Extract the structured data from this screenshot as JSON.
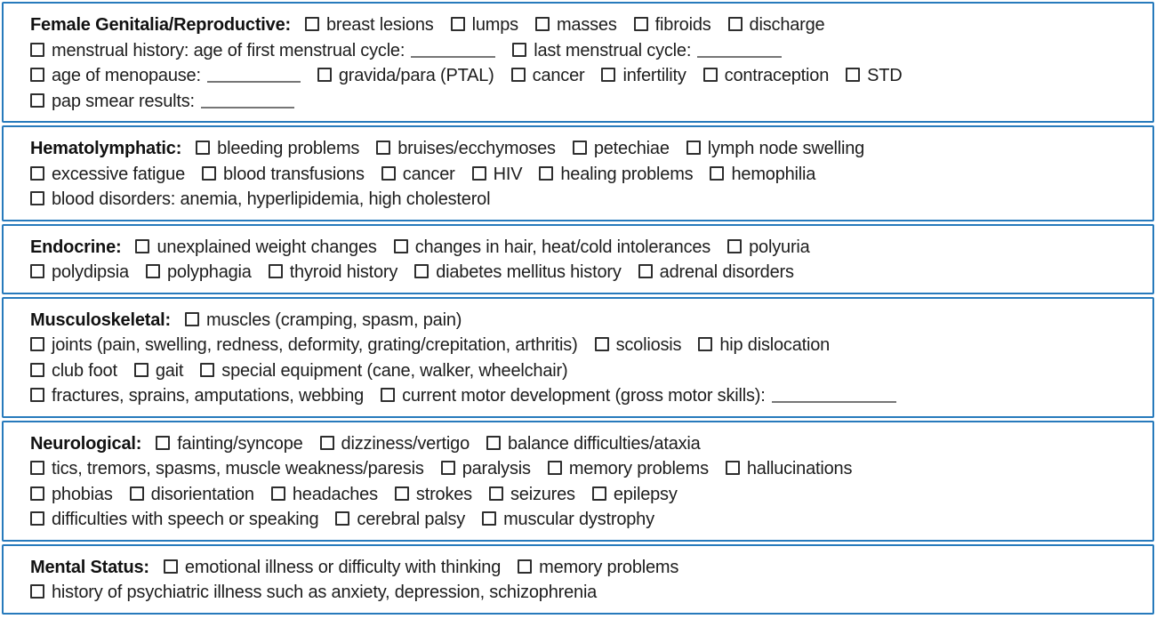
{
  "form": {
    "accent_border_color": "#277abc",
    "text_color": "#1d1d1d",
    "fill_line_color": "#767676",
    "checkboxes_state": "all unchecked"
  },
  "sections": [
    {
      "id": "female-genitalia-reproductive",
      "title": "Female Genitalia/Reproductive:",
      "rows": [
        [
          {
            "type": "title"
          },
          {
            "type": "check",
            "label": "breast lesions"
          },
          {
            "type": "check",
            "label": "lumps"
          },
          {
            "type": "check",
            "label": "masses"
          },
          {
            "type": "check",
            "label": "fibroids"
          },
          {
            "type": "check",
            "label": "discharge"
          }
        ],
        [
          {
            "type": "check",
            "label": "menstrual history: age of first menstrual cycle:",
            "blank_width": 95
          },
          {
            "type": "check",
            "label": "last menstrual cycle:",
            "blank_width": 95
          }
        ],
        [
          {
            "type": "check",
            "label": "age of menopause:",
            "blank_width": 105
          },
          {
            "type": "check",
            "label": "gravida/para (PTAL)"
          },
          {
            "type": "check",
            "label": "cancer"
          },
          {
            "type": "check",
            "label": "infertility"
          },
          {
            "type": "check",
            "label": "contraception"
          },
          {
            "type": "check",
            "label": "STD"
          }
        ],
        [
          {
            "type": "check",
            "label": "pap smear results:",
            "blank_width": 105
          }
        ]
      ]
    },
    {
      "id": "hematolymphatic",
      "title": "Hematolymphatic:",
      "rows": [
        [
          {
            "type": "title"
          },
          {
            "type": "check",
            "label": "bleeding problems"
          },
          {
            "type": "check",
            "label": "bruises/ecchymoses"
          },
          {
            "type": "check",
            "label": "petechiae"
          },
          {
            "type": "check",
            "label": "lymph node swelling"
          }
        ],
        [
          {
            "type": "check",
            "label": "excessive fatigue"
          },
          {
            "type": "check",
            "label": "blood transfusions"
          },
          {
            "type": "check",
            "label": "cancer"
          },
          {
            "type": "check",
            "label": "HIV"
          },
          {
            "type": "check",
            "label": "healing problems"
          },
          {
            "type": "check",
            "label": "hemophilia"
          }
        ],
        [
          {
            "type": "check",
            "label": "blood disorders: anemia, hyperlipidemia, high cholesterol"
          }
        ]
      ]
    },
    {
      "id": "endocrine",
      "title": "Endocrine:",
      "rows": [
        [
          {
            "type": "title"
          },
          {
            "type": "check",
            "label": "unexplained weight changes"
          },
          {
            "type": "check",
            "label": "changes in hair, heat/cold intolerances"
          },
          {
            "type": "check",
            "label": "polyuria"
          }
        ],
        [
          {
            "type": "check",
            "label": "polydipsia"
          },
          {
            "type": "check",
            "label": "polyphagia"
          },
          {
            "type": "check",
            "label": "thyroid history"
          },
          {
            "type": "check",
            "label": "diabetes mellitus history"
          },
          {
            "type": "check",
            "label": "adrenal disorders"
          }
        ]
      ]
    },
    {
      "id": "musculoskeletal",
      "title": "Musculoskeletal:",
      "rows": [
        [
          {
            "type": "title"
          },
          {
            "type": "check",
            "label": "muscles (cramping, spasm, pain)"
          }
        ],
        [
          {
            "type": "check",
            "label": "joints (pain, swelling, redness, deformity, grating/crepitation, arthritis)"
          },
          {
            "type": "check",
            "label": "scoliosis"
          },
          {
            "type": "check",
            "label": "hip dislocation"
          }
        ],
        [
          {
            "type": "check",
            "label": "club foot"
          },
          {
            "type": "check",
            "label": "gait"
          },
          {
            "type": "check",
            "label": "special equipment (cane, walker, wheelchair)"
          }
        ],
        [
          {
            "type": "check",
            "label": "fractures, sprains, amputations, webbing"
          },
          {
            "type": "check",
            "label": "current motor development (gross motor skills):",
            "blank_width": 140
          }
        ]
      ]
    },
    {
      "id": "neurological",
      "title": "Neurological:",
      "rows": [
        [
          {
            "type": "title"
          },
          {
            "type": "check",
            "label": "fainting/syncope"
          },
          {
            "type": "check",
            "label": "dizziness/vertigo"
          },
          {
            "type": "check",
            "label": "balance difficulties/ataxia"
          }
        ],
        [
          {
            "type": "check",
            "label": "tics, tremors, spasms, muscle weakness/paresis"
          },
          {
            "type": "check",
            "label": "paralysis"
          },
          {
            "type": "check",
            "label": "memory problems"
          },
          {
            "type": "check",
            "label": "hallucinations"
          }
        ],
        [
          {
            "type": "check",
            "label": "phobias"
          },
          {
            "type": "check",
            "label": "disorientation"
          },
          {
            "type": "check",
            "label": "headaches"
          },
          {
            "type": "check",
            "label": "strokes"
          },
          {
            "type": "check",
            "label": "seizures"
          },
          {
            "type": "check",
            "label": "epilepsy"
          }
        ],
        [
          {
            "type": "check",
            "label": "difficulties with speech or speaking"
          },
          {
            "type": "check",
            "label": "cerebral palsy"
          },
          {
            "type": "check",
            "label": "muscular dystrophy"
          }
        ]
      ]
    },
    {
      "id": "mental-status",
      "title": "Mental Status:",
      "rows": [
        [
          {
            "type": "title"
          },
          {
            "type": "check",
            "label": "emotional illness or difficulty with thinking"
          },
          {
            "type": "check",
            "label": "memory problems"
          }
        ],
        [
          {
            "type": "check",
            "label": "history of psychiatric illness such as anxiety, depression, schizophrenia"
          }
        ]
      ]
    }
  ]
}
